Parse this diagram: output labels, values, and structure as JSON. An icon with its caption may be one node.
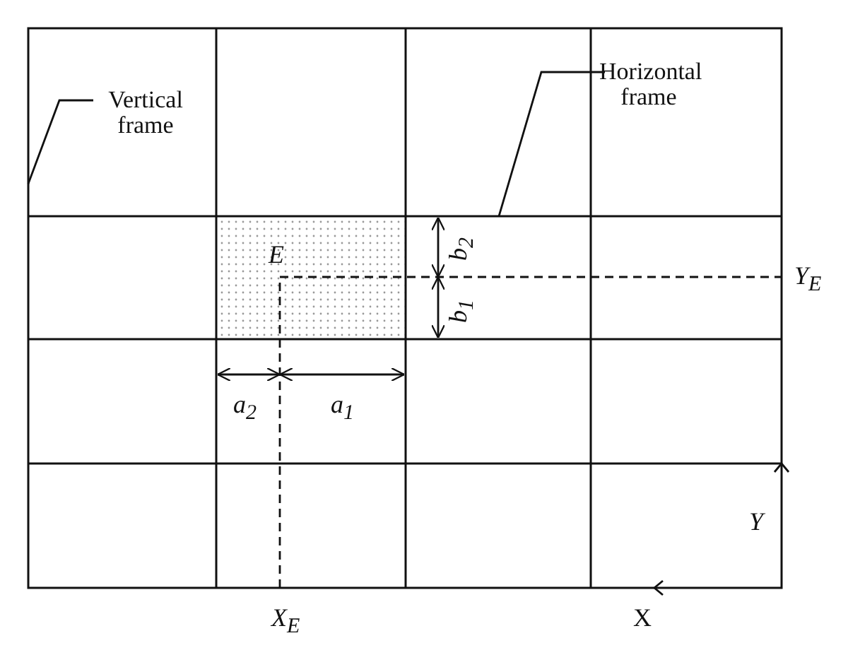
{
  "diagram": {
    "nodes": [
      {
        "text": [
          "Vertical frame"
        ]
      },
      {
        "text": [
          "Horizontal frame"
        ]
      }
    ],
    "edges": [
      {
        "from": 0,
        "to": null,
        "arrow": "none"
      },
      {
        "from": 1,
        "to": null,
        "arrow": "none"
      }
    ],
    "labels": [
      "E",
      "b$_{2}$",
      "b$_{1}$",
      "Y$_{E}$",
      "a$_{2}$",
      "a$_{1}$",
      "Y",
      "X$_{E}$",
      "X"
    ]
  }
}
